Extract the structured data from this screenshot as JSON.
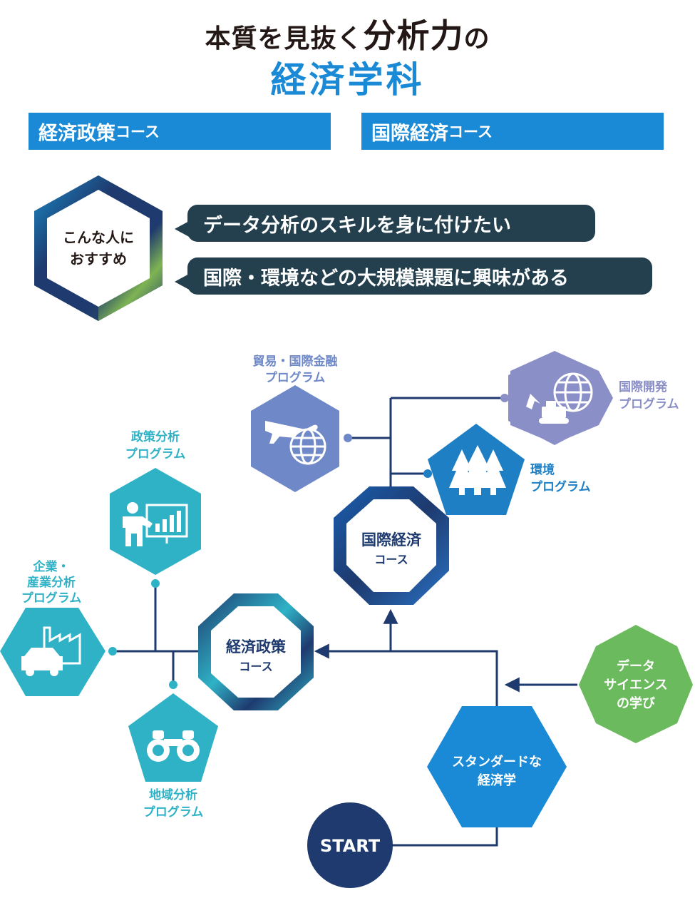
{
  "title": {
    "line1_pre": "本質を見抜く",
    "line1_big": "分析力",
    "line1_post": "の",
    "line2": "経済学科"
  },
  "courses": [
    {
      "main": "経済政策",
      "sub": "コース"
    },
    {
      "main": "国際経済",
      "sub": "コース"
    }
  ],
  "recommend": {
    "badge_line1": "こんな人に",
    "badge_line2": "おすすめ",
    "bubbles": [
      "データ分析のスキルを身に付けたい",
      "国際・環境などの大規模課題に興味がある"
    ]
  },
  "diagram": {
    "start": "START",
    "standard": [
      "スタンダードな",
      "経済学"
    ],
    "data_science": [
      "データ",
      "サイエンス",
      "の学び"
    ],
    "policy_course": [
      "経済政策",
      "コース"
    ],
    "intl_course": [
      "国際経済",
      "コース"
    ],
    "programs": {
      "trade": [
        "貿易・国際金融",
        "プログラム"
      ],
      "development": [
        "国際開発",
        "プログラム"
      ],
      "environment": [
        "環境",
        "プログラム"
      ],
      "policy_analysis": [
        "政策分析",
        "プログラム"
      ],
      "industry": [
        "企業・",
        "産業分析",
        "プログラム"
      ],
      "regional": [
        "地域分析",
        "プログラム"
      ]
    }
  },
  "colors": {
    "blue": "#1a8ad6",
    "navy": "#1e3a6e",
    "dark": "#24404e",
    "teal": "#2fb2c6",
    "periwinkle": "#6f89c8",
    "lavender": "#8a8fc8",
    "green": "#6cba5e"
  }
}
